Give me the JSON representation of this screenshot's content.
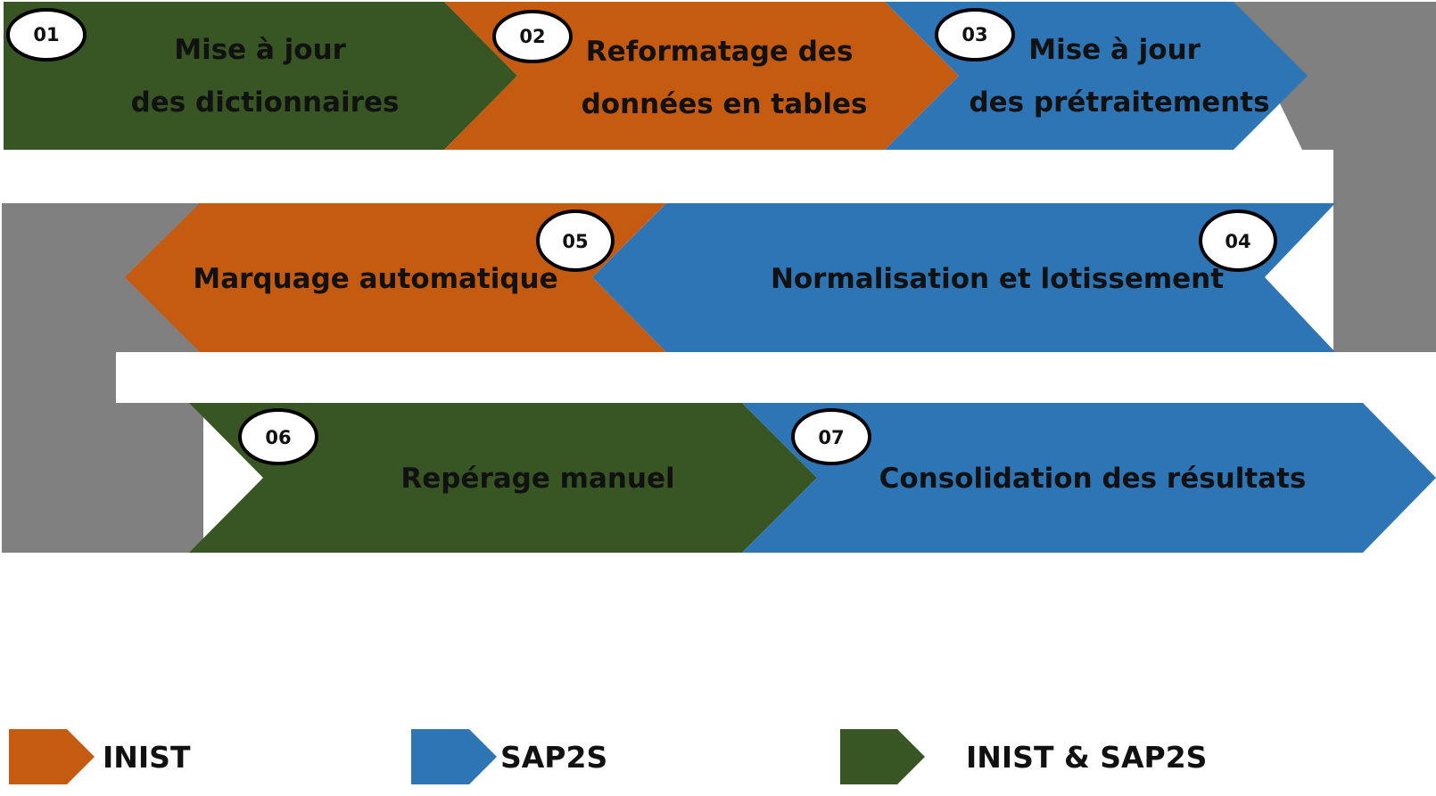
{
  "colors": {
    "inist": "#C55A11",
    "sap2s": "#2E75B6",
    "both": "#375623",
    "connector": "#808080",
    "badge_fill": "#FFFFFF",
    "badge_stroke": "#000000",
    "text": "#111111"
  },
  "steps": [
    {
      "number": "01",
      "lines": [
        "Mise à jour",
        "des dictionnaires"
      ],
      "owner": "both"
    },
    {
      "number": "02",
      "lines": [
        "Reformatage des",
        "données en tables"
      ],
      "owner": "inist"
    },
    {
      "number": "03",
      "lines": [
        "Mise à jour",
        "des prétraitements"
      ],
      "owner": "sap2s"
    },
    {
      "number": "04",
      "lines": [
        "Normalisation et lotissement"
      ],
      "owner": "sap2s"
    },
    {
      "number": "05",
      "lines": [
        "Marquage automatique"
      ],
      "owner": "inist"
    },
    {
      "number": "06",
      "lines": [
        "Repérage manuel"
      ],
      "owner": "both"
    },
    {
      "number": "07",
      "lines": [
        "Consolidation des résultats"
      ],
      "owner": "sap2s"
    }
  ],
  "legend": [
    {
      "owner": "inist",
      "label": "INIST"
    },
    {
      "owner": "sap2s",
      "label": "SAP2S"
    },
    {
      "owner": "both",
      "label": "INIST & SAP2S"
    }
  ]
}
